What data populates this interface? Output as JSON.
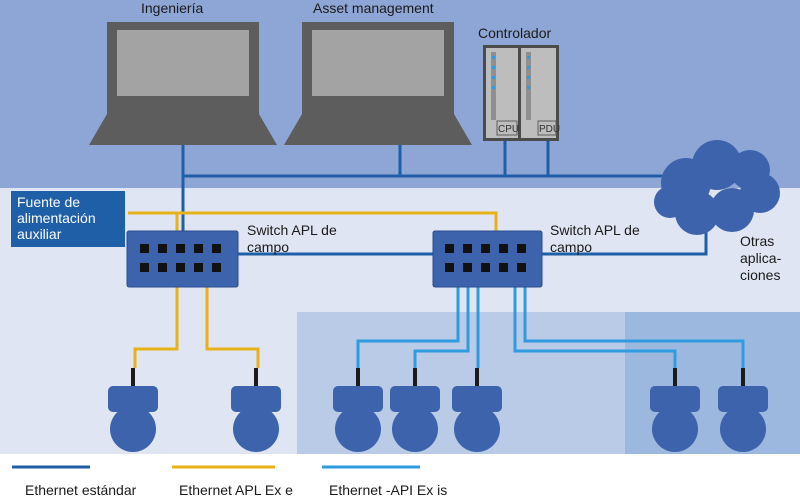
{
  "labels": {
    "ingenieria": "Ingeniería",
    "asset_management": "Asset management",
    "controlador": "Controlador",
    "cpu": "CPU",
    "pdu": "PDU",
    "fuente": "Fuente de\nalimentación\nauxiliar",
    "switch_left": "Switch APL de\ncampo",
    "switch_right": "Switch APL de\ncampo",
    "otras": "Otras\naplica-\nciones"
  },
  "legend": {
    "items": [
      {
        "label": "Ethernet estándar",
        "color": "#1f5fa8"
      },
      {
        "label": "Ethernet APL Ex e",
        "color": "#e8b11a"
      },
      {
        "label": "Ethernet -API Ex is",
        "color": "#2f9be0"
      }
    ]
  },
  "colors": {
    "top_band": "#8ea6d6",
    "bottom_band": "#dfe5f2",
    "zone_light": "#b9cbe7",
    "zone_mid": "#9db8de",
    "device": "#3d63ad",
    "cable_standard": "#1f5fa8",
    "cable_ex_e": "#e8b11a",
    "cable_ex_is": "#2f9be0"
  }
}
